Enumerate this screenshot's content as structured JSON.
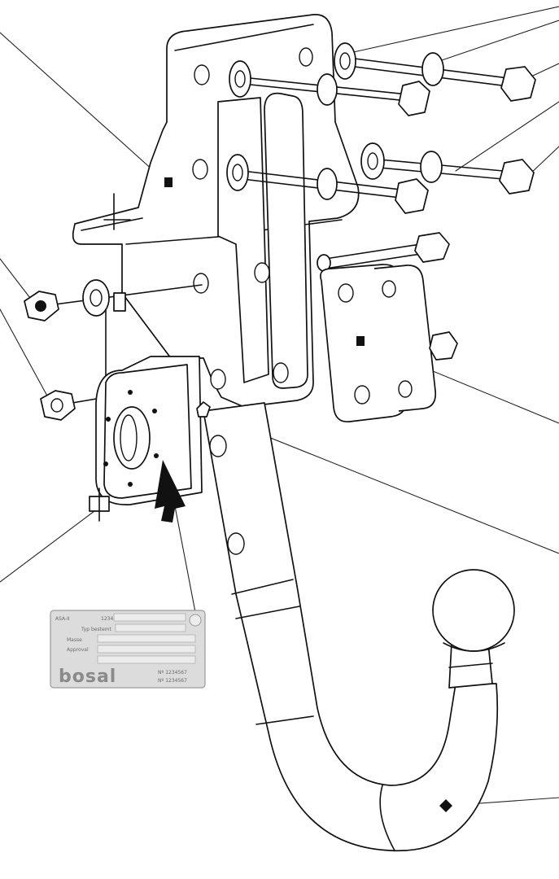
{
  "type_plate": {
    "row1_label": "ASA-II",
    "row1_value": "1234",
    "row2_label": "Typ bestemt",
    "row3_label": "Masse",
    "row4_label": "Approval",
    "brand": "bosal",
    "serial_a": "Nº 1234567",
    "serial_b": "Nº 1234567"
  }
}
